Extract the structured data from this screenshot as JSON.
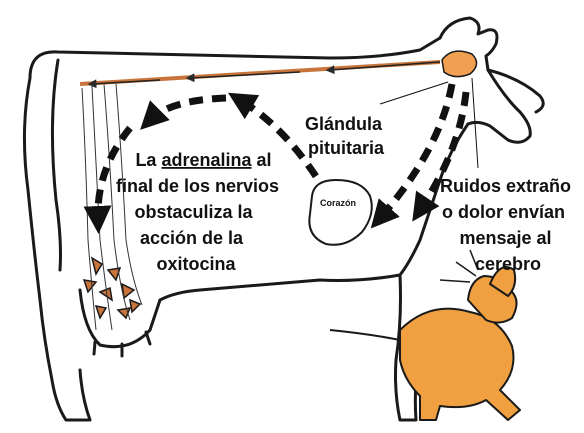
{
  "labels": {
    "adrenaline_line1_pre": "La",
    "adrenaline_line1_word": "adrenalina",
    "adrenaline_line1_post": "al",
    "adrenaline_line2": "final de los nervios",
    "adrenaline_line3": "obstaculiza la",
    "adrenaline_line4": "acción de la",
    "adrenaline_line5": "oxitocina",
    "gland_line1": "Glándula",
    "gland_line2": "pituitaria",
    "heart": "Corazón",
    "noise_line1": "Ruidos extraño",
    "noise_line2": "o dolor envían",
    "noise_line3": "mensaje al",
    "noise_line4": "cerebro"
  },
  "colors": {
    "outline": "#1a1a1a",
    "gland": "#f0a050",
    "nerve": "#c8743a",
    "dog": "#f0a040",
    "arrow": "#111111"
  },
  "figures": [
    "cow-outline",
    "dog-figure",
    "heart-shape",
    "pituitary-gland",
    "nerve-path",
    "udder-tissue"
  ]
}
